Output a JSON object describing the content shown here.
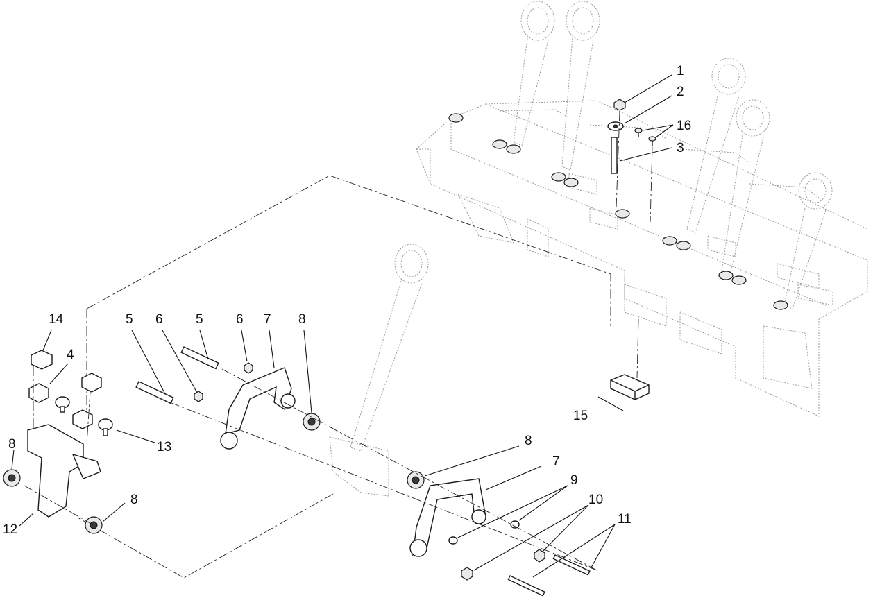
{
  "callouts": {
    "c1": "1",
    "c2": "2",
    "c3": "3",
    "c4": "4",
    "c5a": "5",
    "c5b": "5",
    "c6a": "6",
    "c6b": "6",
    "c7a": "7",
    "c7b": "7",
    "c8a": "8",
    "c8b": "8",
    "c8c": "8",
    "c8d": "8",
    "c9": "9",
    "c10": "10",
    "c11": "11",
    "c12": "12",
    "c13": "13",
    "c14": "14",
    "c15": "15",
    "c16": "16"
  }
}
